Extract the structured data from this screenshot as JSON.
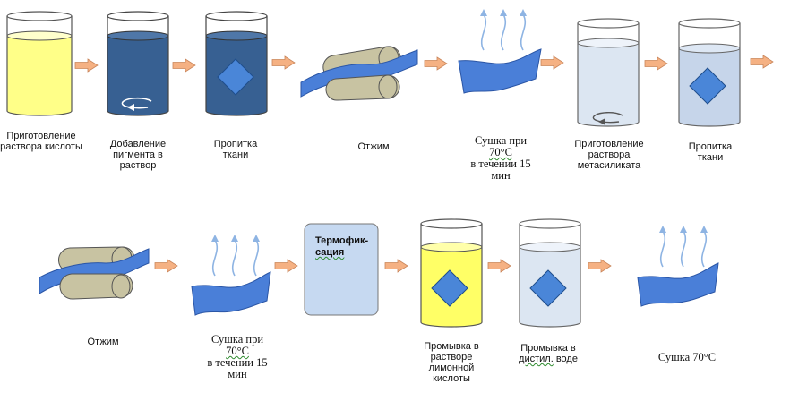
{
  "row1": {
    "s1": "Приготовление раствора кислоты",
    "s2": "Добавление пигмента в раствор",
    "s3": "Пропитка ткани",
    "s4": "Отжим",
    "s5": [
      "Сушка при",
      "70°C",
      "в течении 15",
      "мин"
    ],
    "s6": "Приготовление раствора метасиликата",
    "s7": "Пропитка ткани"
  },
  "row2": {
    "s1": "Отжим",
    "s2": [
      "Сушка при",
      "70°C",
      "в течении 15",
      "мин"
    ],
    "s3": [
      "Термофик-",
      "сация"
    ],
    "s4": [
      "Промывка в",
      "растворе",
      "лимонной",
      "кислоты"
    ],
    "s5": [
      "Промывка в",
      "дистил.",
      "воде"
    ],
    "s6": "Сушка 70°C"
  },
  "colors": {
    "acid": "#ffff88",
    "pigment": "#376092",
    "diamond": "#4a86d8",
    "silicate": "#dce6f2",
    "impregnated": "#c6d5ea",
    "roller": "#c8c3a2",
    "fabric": "#4a7fd8",
    "arrow": "#f5b183",
    "box": "#c6d9f1",
    "steam": "#8eb4e3"
  }
}
